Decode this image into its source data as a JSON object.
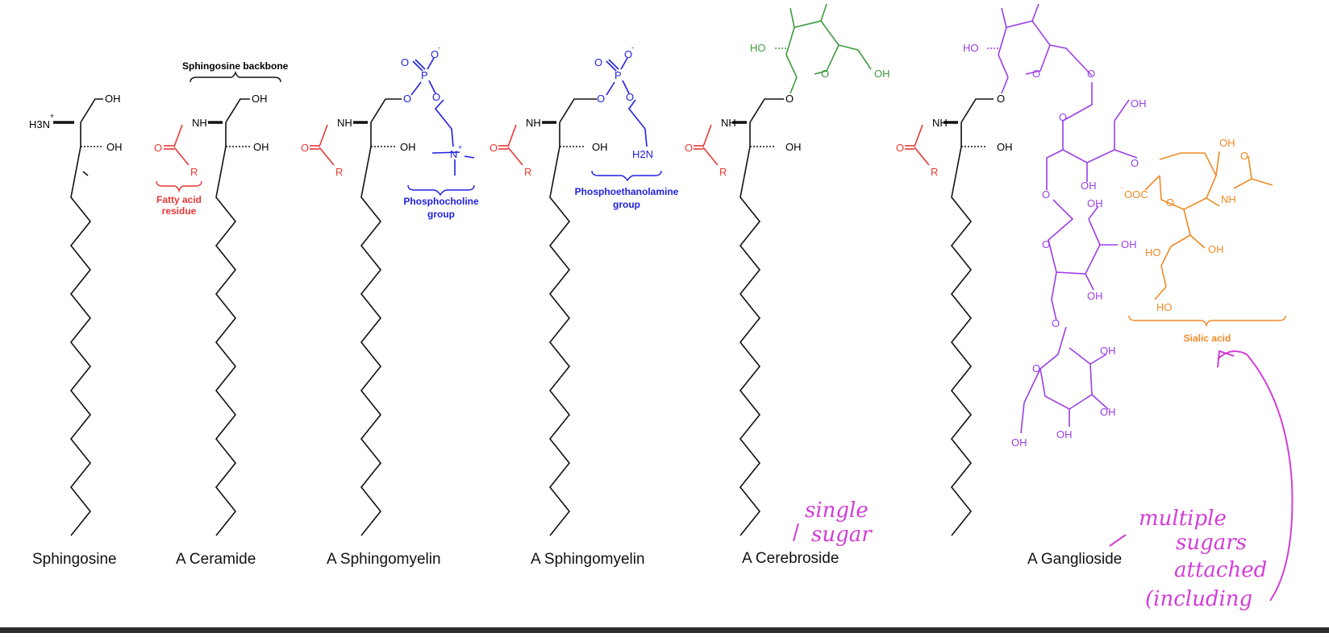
{
  "colors": {
    "black": "#111111",
    "red": "#e53935",
    "blue": "#1f1fe0",
    "green": "#3d9a3d",
    "purple": "#9b3fe6",
    "orange": "#ef8a26",
    "annotation": "#d23ed6"
  },
  "captions": {
    "sphingosine": "Sphingosine",
    "ceramide": "A Ceramide",
    "sphingomyelin_1": "A Sphingomyelin",
    "sphingomyelin_2": "A Sphingomyelin",
    "cerebroside": "A Cerebroside",
    "ganglioside": "A Ganglioside"
  },
  "group_labels": {
    "sphingosine_backbone": "Sphingosine backbone",
    "fatty_acid_1": "Fatty acid",
    "fatty_acid_2": "residue",
    "phosphocholine_1": "Phosphocholine",
    "phosphocholine_2": "group",
    "phosphoethanolamine_1": "Phosphoethanolamine",
    "phosphoethanolamine_2": "group",
    "sialic_acid": "Sialic acid"
  },
  "atoms": {
    "oh": "OH",
    "ho": "HO",
    "nh": "NH",
    "o": "O",
    "p": "P",
    "r": "R",
    "n": "N",
    "h3n": "H3N",
    "h2n": "H2N",
    "ooc": "OOC",
    "plus": "+",
    "minus": "-"
  },
  "handwritten": {
    "single_sugar_1": "single",
    "single_sugar_2": "sugar",
    "multiple_1": "multiple",
    "multiple_2": "sugars",
    "multiple_3": "attached",
    "multiple_4": "(including"
  }
}
